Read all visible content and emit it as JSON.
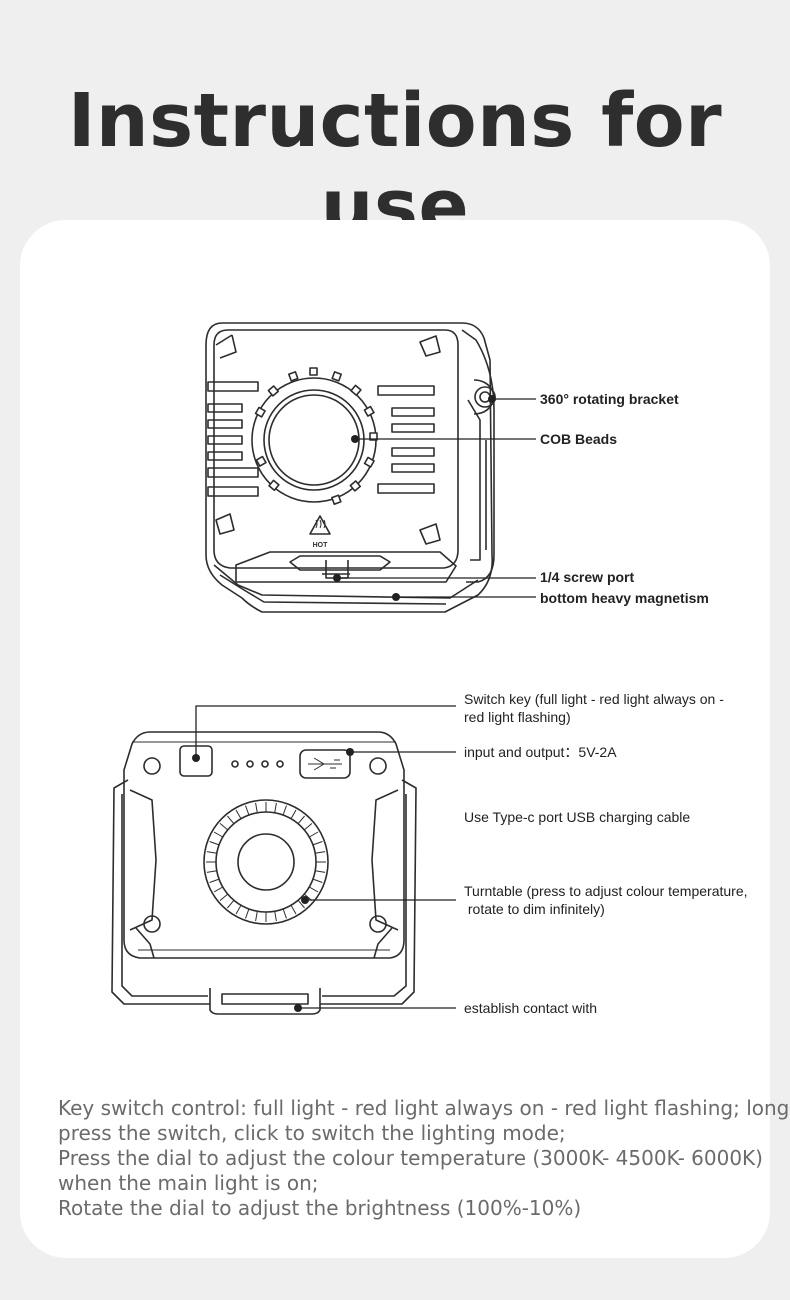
{
  "title": "Instructions for use",
  "top_device": {
    "hot_mark": "HOT",
    "labels": [
      "360° rotating bracket",
      "COB Beads",
      "1/4 screw port",
      "bottom heavy magnetism"
    ]
  },
  "bottom_device": {
    "labels": [
      "Switch key (full light - red light always on -",
      "red light flashing)",
      "input and output：5V-2A",
      "Use Type-c port USB charging cable",
      "Turntable (press to adjust colour temperature,",
      " rotate to dim infinitely)",
      "establish contact with"
    ]
  },
  "instructions": [
    "Key switch control: full light - red light always on - red light flashing; long",
    "press the switch, click to switch the lighting mode;",
    "Press the dial to adjust the colour temperature (3000K- 4500K- 6000K)",
    "when the main light is on;",
    "Rotate the dial to adjust the brightness (100%-10%)"
  ]
}
